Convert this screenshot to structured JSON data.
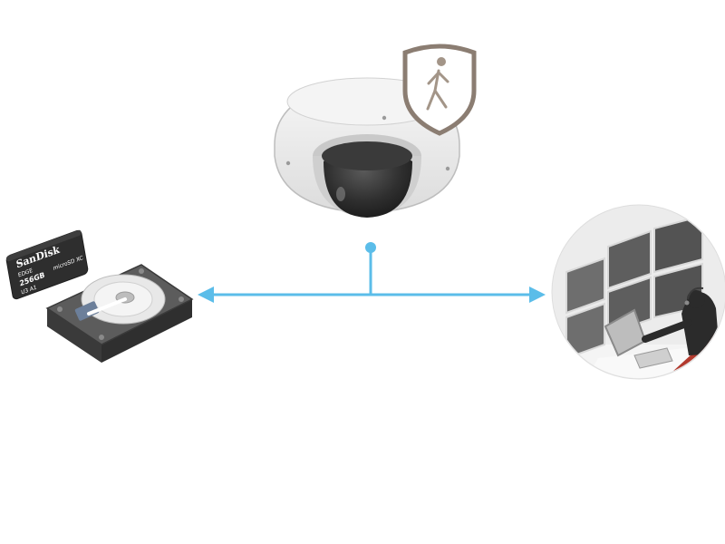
{
  "sd_card": {
    "brand": "SanDisk",
    "line2": "EDGE",
    "capacity": "256GB",
    "speed_class": "U3 A1",
    "format": "microSD XC"
  },
  "colors": {
    "connector": "#5bbde9",
    "shield_border": "#8b7d72",
    "shield_figure": "#a39588",
    "camera_housing": "#eaeaea",
    "camera_lens": "#2f2f2f",
    "disk_body": "#4a4a4a",
    "operator_accent": "#c0392b"
  },
  "icons": {
    "camera": "dome-camera-icon",
    "shield": "privacy-shield-icon",
    "storage": "hard-disk-icon",
    "sd": "sd-card-icon",
    "monitoring": "video-wall-operator-icon"
  }
}
